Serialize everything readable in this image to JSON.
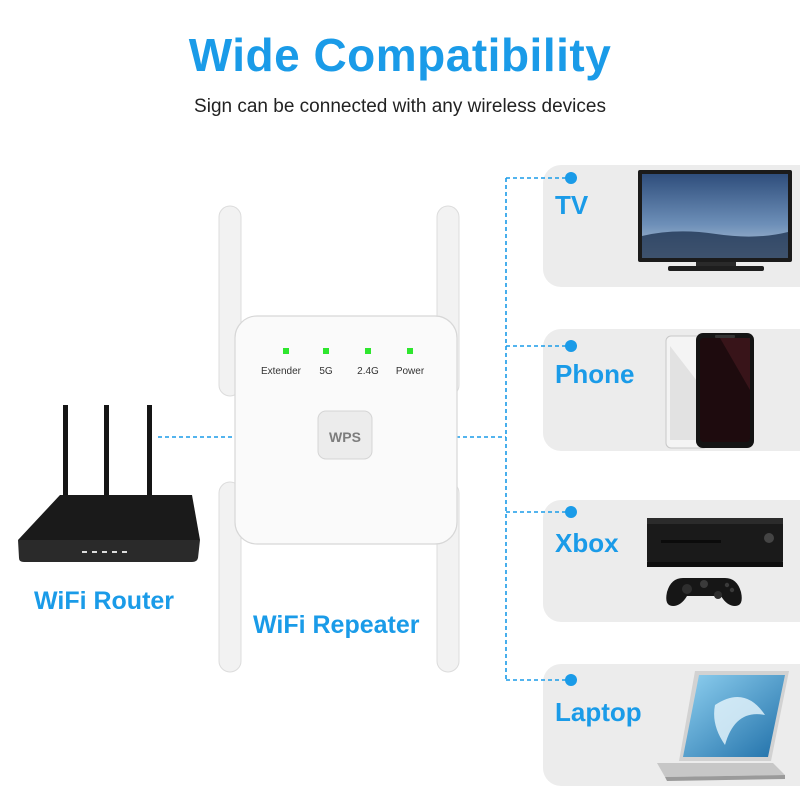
{
  "header": {
    "title": "Wide Compatibility",
    "subtitle": "Sign can be connected with any wireless devices"
  },
  "router": {
    "label": "WiFi Router"
  },
  "repeater": {
    "label": "WiFi Repeater",
    "wps_label": "WPS",
    "indicators": [
      "Extender",
      "5G",
      "2.4G",
      "Power"
    ]
  },
  "devices": [
    {
      "label": "TV",
      "icon": "tv-icon"
    },
    {
      "label": "Phone",
      "icon": "phone-icon"
    },
    {
      "label": "Xbox",
      "icon": "xbox-console-icon"
    },
    {
      "label": "Laptop",
      "icon": "laptop-icon"
    }
  ],
  "colors": {
    "accent": "#1a9be8",
    "card_background": "#ececec",
    "indicator_led": "#2ee62e"
  }
}
